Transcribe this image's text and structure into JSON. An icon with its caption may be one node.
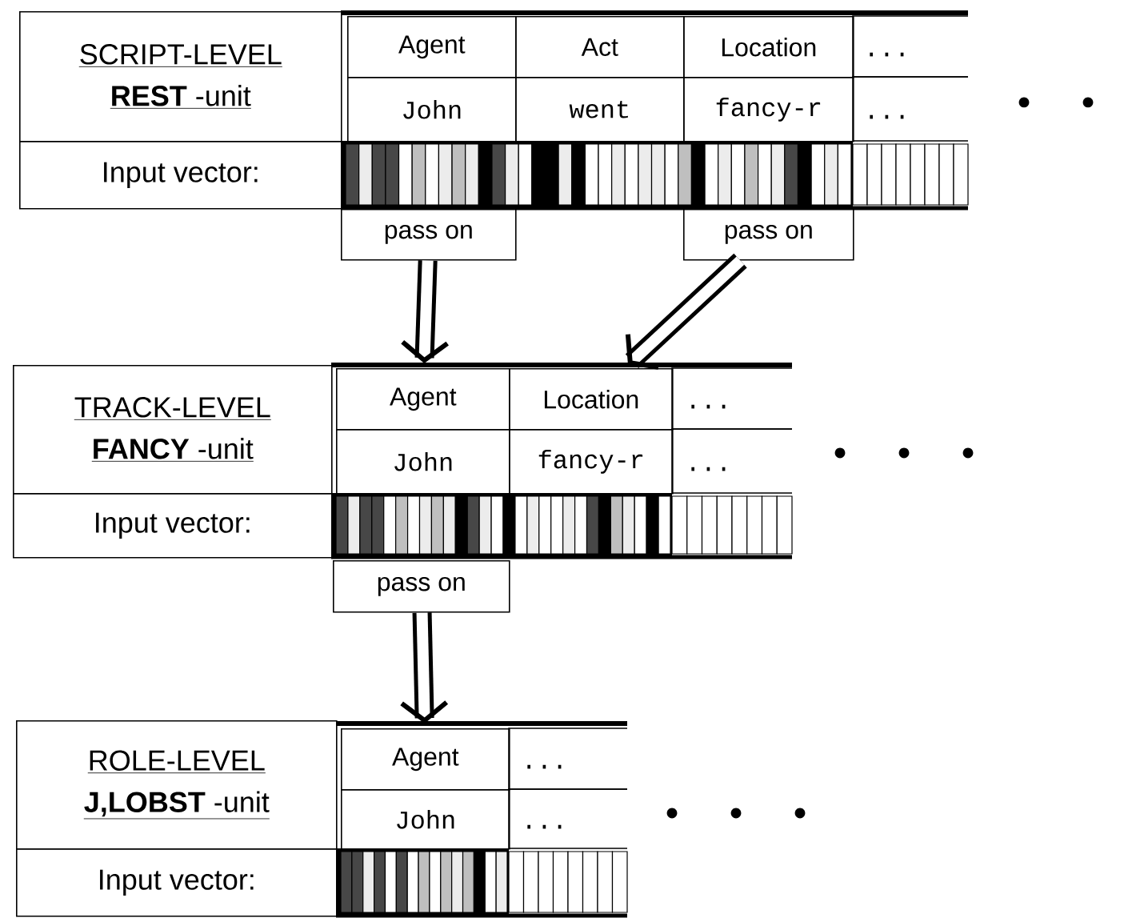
{
  "diagram": {
    "nodes": [
      {
        "text": [
          "SCRIPT-LEVEL",
          "**REST** -unit"
        ]
      },
      {
        "text": [
          "Agent"
        ]
      },
      {
        "text": [
          "Act"
        ]
      },
      {
        "text": [
          "Location"
        ]
      },
      {
        "text": [
          "..."
        ]
      },
      {
        "text": [
          "John"
        ]
      },
      {
        "text": [
          "went"
        ]
      },
      {
        "text": [
          "fancy-r"
        ]
      },
      {
        "text": [
          "..."
        ]
      },
      {
        "text": [
          "Input vector:"
        ]
      },
      {
        "text": [],
        "shape": "bar"
      },
      {
        "text": [
          "pass on"
        ]
      },
      {
        "text": [
          "pass on"
        ]
      },
      {
        "text": [
          "TRACK-LEVEL",
          "**FANCY** -unit"
        ]
      },
      {
        "text": [
          "Agent"
        ]
      },
      {
        "text": [
          "Location"
        ]
      },
      {
        "text": [
          "..."
        ]
      },
      {
        "text": [
          "John"
        ]
      },
      {
        "text": [
          "fancy-r"
        ]
      },
      {
        "text": [
          "..."
        ]
      },
      {
        "text": [
          "Input vector:"
        ]
      },
      {
        "text": [],
        "shape": "bar"
      },
      {
        "text": [
          "pass on"
        ]
      },
      {
        "text": [
          "ROLE-LEVEL",
          "**J,LOBST** -unit"
        ]
      },
      {
        "text": [
          "Agent"
        ]
      },
      {
        "text": [
          "..."
        ]
      },
      {
        "text": [
          "John"
        ]
      },
      {
        "text": [
          "..."
        ]
      },
      {
        "text": [
          "Input vector:"
        ]
      },
      {
        "text": [],
        "shape": "bar"
      }
    ],
    "edges": [
      {
        "from": 11,
        "to": 14,
        "arrow": "to"
      },
      {
        "from": 12,
        "to": 15,
        "arrow": "to"
      },
      {
        "from": 22,
        "to": 24,
        "arrow": "to"
      }
    ]
  }
}
